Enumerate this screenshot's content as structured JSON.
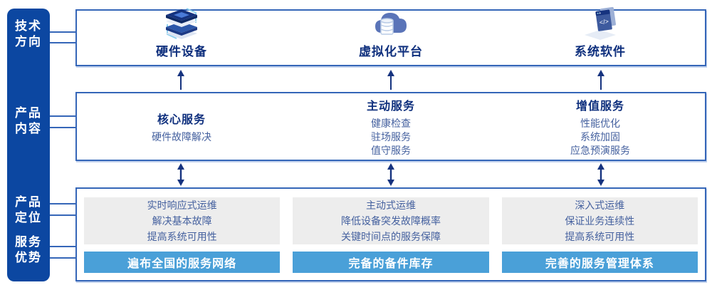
{
  "sidebar": {
    "groups": [
      {
        "line1": "技术",
        "line2": "方向"
      },
      {
        "line1": "产品",
        "line2": "内容"
      },
      {
        "line1": "产品",
        "line2": "定位"
      },
      {
        "line1": "服务",
        "line2": "优势"
      }
    ]
  },
  "tech_row": {
    "items": [
      {
        "icon": "server-stack-icon",
        "label": "硬件设备"
      },
      {
        "icon": "cloud-database-icon",
        "label": "虚拟化平台"
      },
      {
        "icon": "software-window-icon",
        "label": "系统软件"
      }
    ]
  },
  "content_row": {
    "columns": [
      {
        "title": "核心服务",
        "items": [
          "硬件故障解决"
        ]
      },
      {
        "title": "主动服务",
        "items": [
          "健康检查",
          "驻场服务",
          "值守服务"
        ]
      },
      {
        "title": "增值服务",
        "items": [
          "性能优化",
          "系统加固",
          "应急预演服务"
        ]
      }
    ]
  },
  "positioning_row": {
    "columns": [
      {
        "lines": [
          "实时响应式运维",
          "解决基本故障",
          "提高系统可用性"
        ],
        "advantage": "遍布全国的服务网络"
      },
      {
        "lines": [
          "主动式运维",
          "降低设备突发故障概率",
          "关键时间点的服务保障"
        ],
        "advantage": "完备的备件库存"
      },
      {
        "lines": [
          "深入式运维",
          "保证业务连续性",
          "提高系统可用性"
        ],
        "advantage": "完善的服务管理体系"
      }
    ]
  },
  "colors": {
    "sidebar_bg": "#0c47a1",
    "box_border": "#3566b8",
    "title_navy": "#0e2f7d",
    "item_text": "#45619f",
    "gray_panel": "#ededed",
    "advantage_bar": "#4aa0d8",
    "arrow": "#16337f",
    "connector": "#3566b8"
  }
}
